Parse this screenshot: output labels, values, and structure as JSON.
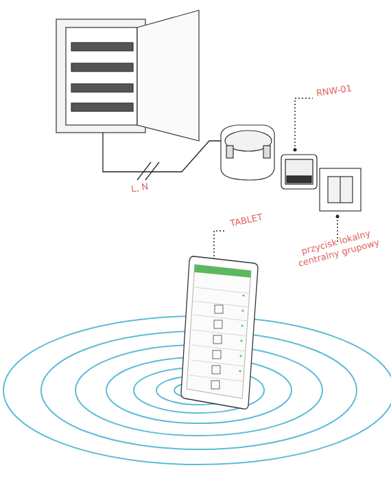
{
  "diagram": {
    "labels": [
      "RNW-01",
      "L, N",
      "TABLET",
      "przycisk lokalny centralny grupowy"
    ]
  }
}
